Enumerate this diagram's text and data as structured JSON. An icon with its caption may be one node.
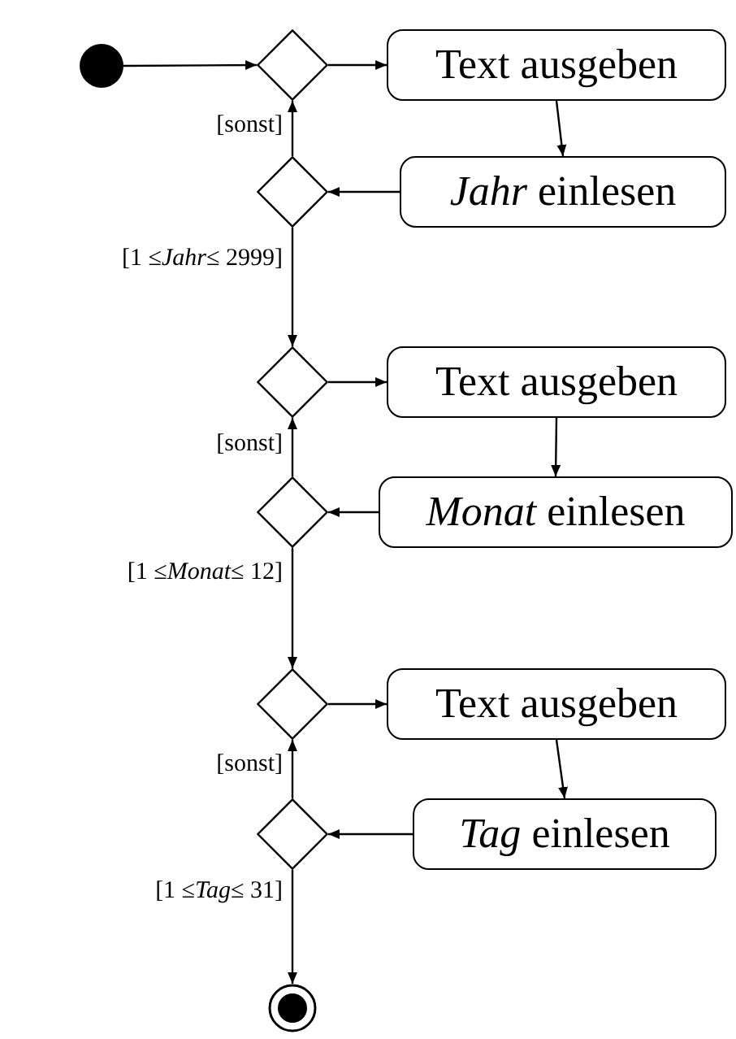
{
  "diagram": {
    "nodes": [
      {
        "text": [],
        "shape": "circle"
      },
      {
        "text": [],
        "shape": "diamond"
      },
      {
        "text": [
          "Text ausgeben"
        ]
      },
      {
        "text": [
          "*Jahr* einlesen"
        ]
      },
      {
        "text": [],
        "shape": "diamond"
      },
      {
        "text": [],
        "shape": "diamond"
      },
      {
        "text": [
          "Text ausgeben"
        ]
      },
      {
        "text": [
          "*Monat* einlesen"
        ]
      },
      {
        "text": [],
        "shape": "diamond"
      },
      {
        "text": [],
        "shape": "diamond"
      },
      {
        "text": [
          "Text ausgeben"
        ]
      },
      {
        "text": [
          "*Tag* einlesen"
        ]
      },
      {
        "text": [],
        "shape": "diamond"
      },
      {
        "text": [],
        "shape": "circle"
      }
    ],
    "edges": [
      {
        "from": 0,
        "to": 1,
        "arrow": "to"
      },
      {
        "from": 1,
        "to": 2,
        "arrow": "to"
      },
      {
        "from": 2,
        "to": 3,
        "arrow": "to"
      },
      {
        "from": 3,
        "to": 4,
        "arrow": "to"
      },
      {
        "from": 4,
        "to": 1,
        "arrow": "to",
        "label": "[sonst]"
      },
      {
        "from": 4,
        "to": 5,
        "arrow": "to",
        "label": "[1 ≤*Jahr*≤ 2999]"
      },
      {
        "from": 5,
        "to": 6,
        "arrow": "to"
      },
      {
        "from": 6,
        "to": 7,
        "arrow": "to"
      },
      {
        "from": 7,
        "to": 8,
        "arrow": "to"
      },
      {
        "from": 8,
        "to": 5,
        "arrow": "to",
        "label": "[sonst]"
      },
      {
        "from": 8,
        "to": 9,
        "arrow": "to",
        "label": "[1 ≤*Monat*≤ 12]"
      },
      {
        "from": 9,
        "to": 10,
        "arrow": "to"
      },
      {
        "from": 10,
        "to": 11,
        "arrow": "to"
      },
      {
        "from": 11,
        "to": 12,
        "arrow": "to"
      },
      {
        "from": 12,
        "to": 9,
        "arrow": "to",
        "label": "[sonst]"
      },
      {
        "from": 12,
        "to": 13,
        "arrow": "to",
        "label": "[1 ≤*Tag*≤ 31]"
      }
    ]
  }
}
